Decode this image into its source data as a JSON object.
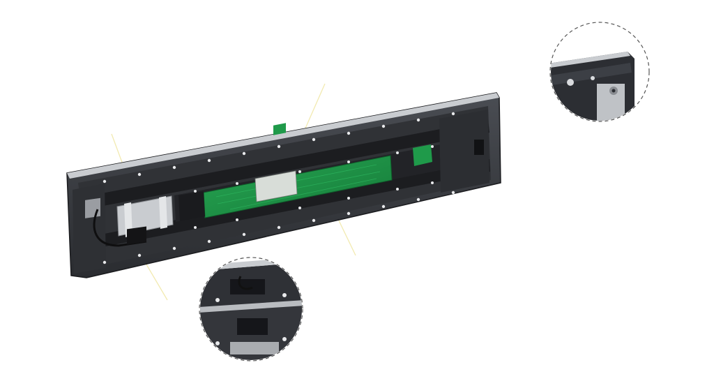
{
  "image": {
    "subject": "led-display-cabinet-rear-view",
    "background": "#ffffff"
  },
  "colors": {
    "frame_dark": "#2a2c30",
    "frame_mid": "#3a3d42",
    "rail": "#1c1d20",
    "pcb_green": "#1f9a4a",
    "pcb_dark": "#157a38",
    "silver": "#c9ccd0",
    "callout_line": "#f2eab0",
    "dashed_circle": "#555555"
  },
  "zoom_views": [
    {
      "name": "corner-detail"
    },
    {
      "name": "connector-detail"
    }
  ],
  "callouts": [
    {
      "name": "power-module-callout"
    },
    {
      "name": "receiving-card-callout"
    },
    {
      "name": "hub-board-callout"
    },
    {
      "name": "cable-connector-callout"
    }
  ]
}
